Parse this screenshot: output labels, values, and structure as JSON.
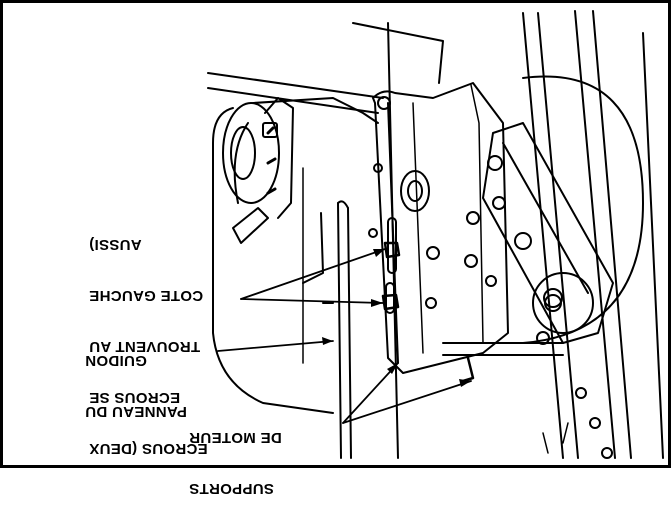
{
  "diagram": {
    "labels": {
      "supports": {
        "lines": [
          "SUPPORTS",
          "DE MOTEUR"
        ]
      },
      "panel": {
        "lines": [
          "PANNEAU DU",
          "GUIDON"
        ]
      },
      "nuts": {
        "lines": [
          "ECROUS (DEUX",
          "ECROUS SE",
          "TROUVENT AU",
          "COTE GAUCHE",
          "AUSSI)"
        ]
      }
    },
    "colors": {
      "ink": "#000000",
      "paper": "#ffffff"
    }
  }
}
